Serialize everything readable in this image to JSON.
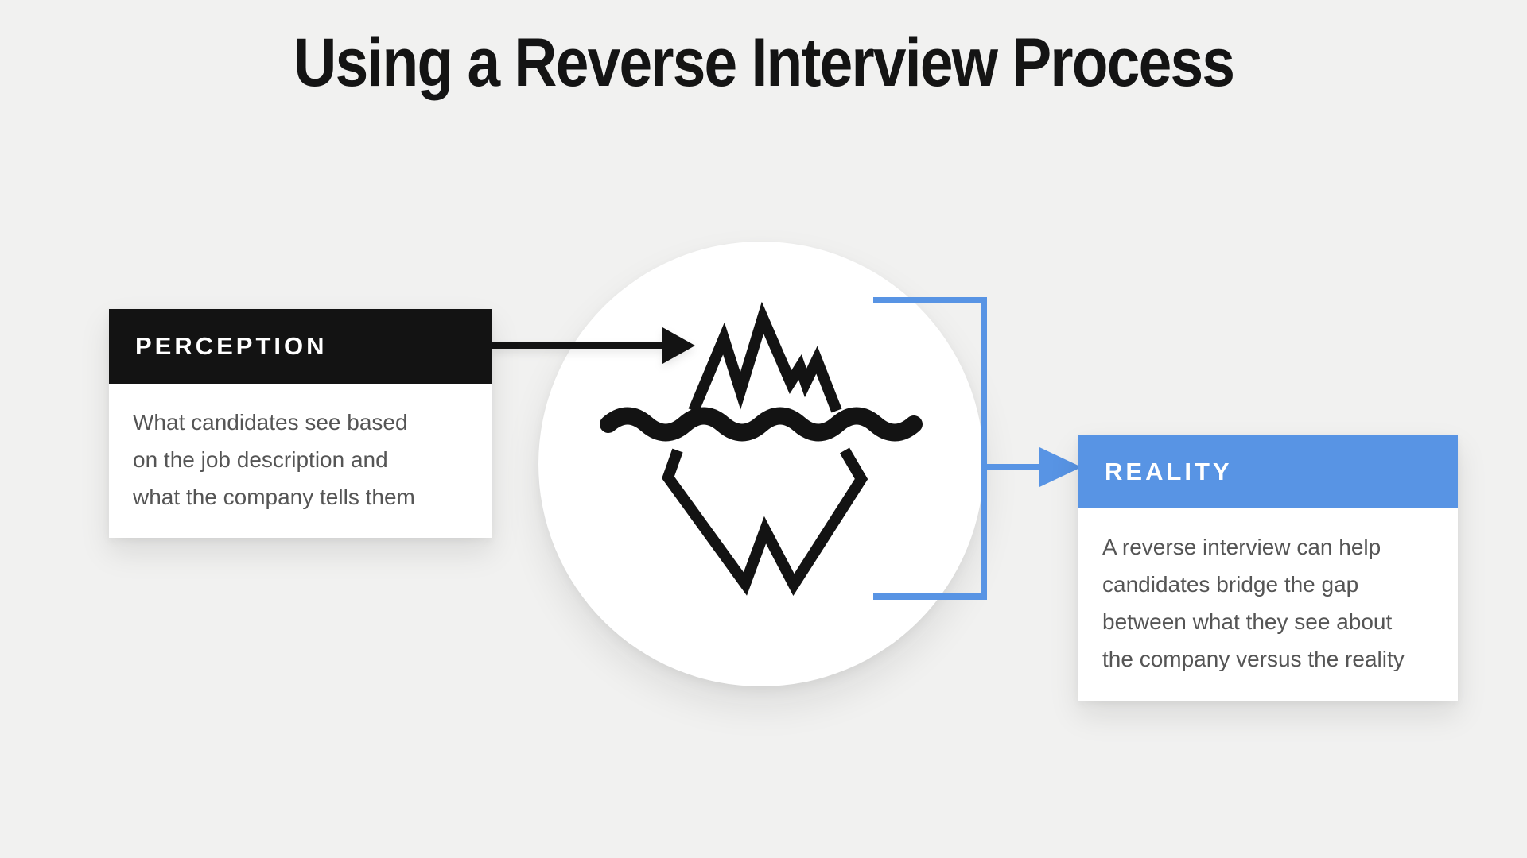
{
  "title": "Using a Reverse Interview Process",
  "perception": {
    "label": "PERCEPTION",
    "lines": [
      "What candidates see based",
      "on the job description and",
      "what the company tells them"
    ]
  },
  "reality": {
    "label": "REALITY",
    "lines": [
      "A reverse interview can help",
      "candidates bridge the gap",
      "between what they see about",
      "the company versus the reality"
    ]
  },
  "icons": {
    "center": "iceberg-icon",
    "perception_connector": "black-right-arrow-icon",
    "reality_connector": "blue-bracket-right-arrow-icon"
  },
  "colors": {
    "background": "#f1f1f0",
    "header_black": "#131313",
    "accent_blue": "#5894e4",
    "body_text": "#555555",
    "card_white": "#ffffff"
  }
}
